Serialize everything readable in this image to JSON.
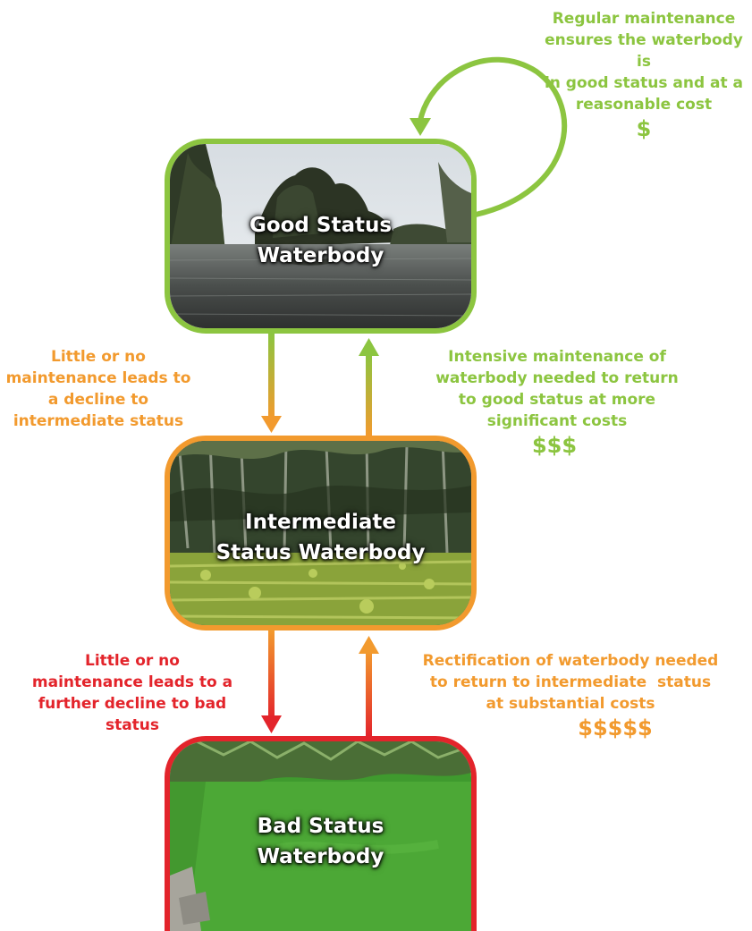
{
  "boxes": {
    "good": {
      "title_line1": "Good Status",
      "title_line2": "Waterbody"
    },
    "intermediate": {
      "title_line1": "Intermediate",
      "title_line2": "Status Waterbody"
    },
    "bad": {
      "title_line1": "Bad Status",
      "title_line2": "Waterbody"
    }
  },
  "notes": {
    "regular": {
      "lines": [
        "Regular maintenance",
        "ensures the waterbody is",
        "in good status and at a",
        "reasonable cost"
      ],
      "cost": "$"
    },
    "decline1": {
      "lines": [
        "Little or no",
        "maintenance leads to",
        "a decline to",
        "intermediate status"
      ]
    },
    "intensive": {
      "lines": [
        "Intensive maintenance of",
        "waterbody needed to return",
        "to good status at more",
        "significant costs"
      ],
      "cost": "$$$"
    },
    "decline2": {
      "lines": [
        "Little or no",
        "maintenance leads to a",
        "further decline to bad",
        "status"
      ]
    },
    "rectification": {
      "lines": [
        "Rectification of waterbody needed",
        "to return to intermediate  status",
        "at substantial costs"
      ],
      "cost": "$$$$$"
    }
  },
  "colors": {
    "good": "#8cc540",
    "intermediate": "#f29a2e",
    "bad": "#e3242b"
  }
}
